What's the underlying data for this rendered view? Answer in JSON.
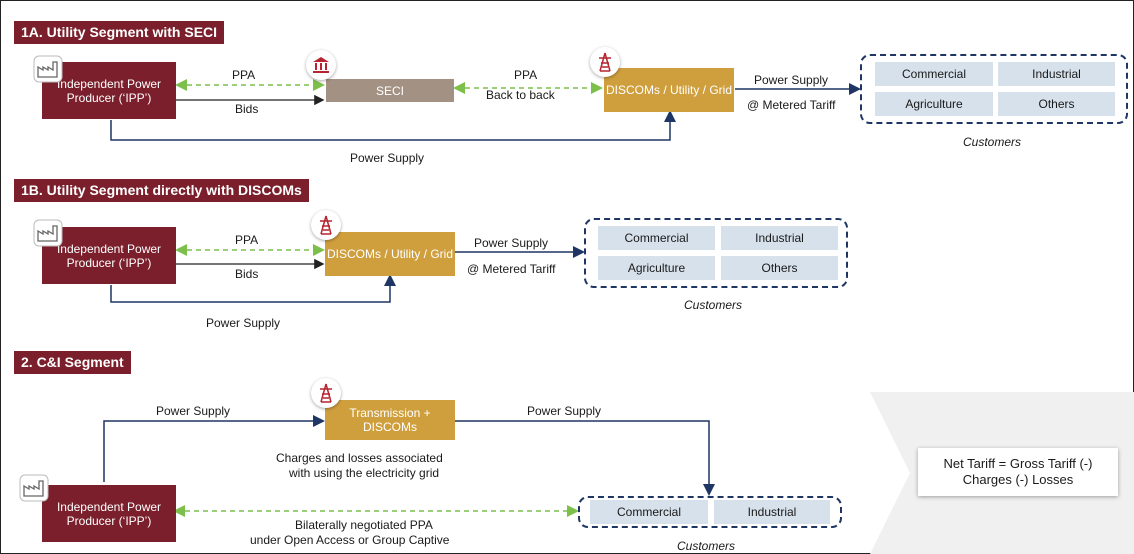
{
  "sections": {
    "s1a": {
      "title": "1A. Utility Segment with SECI"
    },
    "s1b": {
      "title": "1B. Utility Segment directly with DISCOMs"
    },
    "s2": {
      "title": "2. C&I Segment"
    }
  },
  "ipp_label": "Independent Power Producer (‘IPP’)",
  "s1a": {
    "seci": "SECI",
    "discoms": "DISCOMs / Utility / Grid",
    "ppa1": "PPA",
    "bids": "Bids",
    "ppa2": "PPA",
    "back_to_back": "Back to back",
    "power_supply_right": "Power Supply",
    "metered_tariff": "@ Metered Tariff",
    "power_supply_bottom": "Power Supply",
    "customers": [
      "Commercial",
      "Industrial",
      "Agriculture",
      "Others"
    ],
    "customers_label": "Customers"
  },
  "s1b": {
    "discoms": "DISCOMs / Utility / Grid",
    "ppa": "PPA",
    "bids": "Bids",
    "power_supply_right": "Power Supply",
    "metered_tariff": "@ Metered Tariff",
    "power_supply_bottom": "Power Supply",
    "customers": [
      "Commercial",
      "Industrial",
      "Agriculture",
      "Others"
    ],
    "customers_label": "Customers"
  },
  "s2": {
    "transmission": "Transmission + DISCOMs",
    "power_supply_left": "Power Supply",
    "power_supply_right": "Power Supply",
    "charges_line1": "Charges and losses associated",
    "charges_line2": "with using the electricity grid",
    "bilateral_line1": "Bilaterally negotiated PPA",
    "bilateral_line2": "under Open Access or Group Captive",
    "customers": [
      "Commercial",
      "Industrial"
    ],
    "customers_label": "Customers",
    "net_tariff_line1": "Net Tariff = Gross Tariff (-)",
    "net_tariff_line2": "Charges (-) Losses"
  },
  "colors": {
    "maroon": "#7a1f2b",
    "gold": "#cf9f3e",
    "seci": "#a39283",
    "navy": "#1f3563",
    "green_dash": "#7cc04b",
    "customer_fill": "#d6e1eb"
  },
  "icons": [
    "factory-icon",
    "bank-icon",
    "transmission-tower-icon"
  ]
}
